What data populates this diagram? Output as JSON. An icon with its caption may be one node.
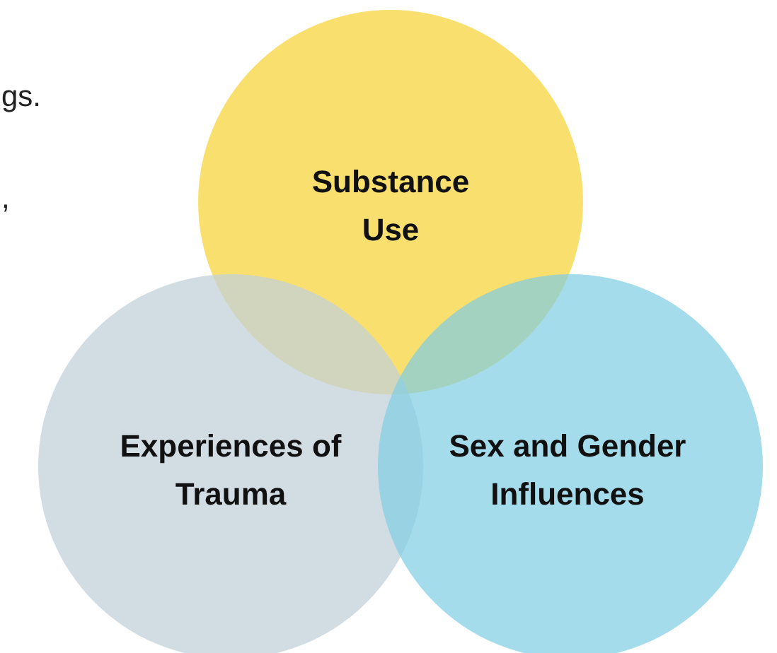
{
  "diagram": {
    "nodes": [
      {
        "text": [
          "Substance Use"
        ]
      },
      {
        "text": [
          "Experiences of Trauma"
        ]
      },
      {
        "text": [
          "Sex and Gender Influences"
        ]
      }
    ],
    "edges": [],
    "labels": [
      "gs.",
      ","
    ]
  }
}
